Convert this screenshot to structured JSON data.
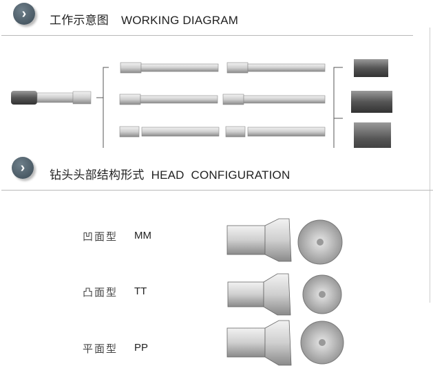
{
  "sections": {
    "working": {
      "cn": "工作示意图",
      "en": "WORKING DIAGRAM",
      "icon": "chevron-right-icon"
    },
    "head": {
      "cn": "钻头头部结构形式",
      "en": "HEAD  CONFIGURATION",
      "icon": "chevron-right-icon"
    }
  },
  "configs": [
    {
      "cn": "凹面型",
      "code": "MM"
    },
    {
      "cn": "凸面型",
      "code": "TT"
    },
    {
      "cn": "平面型",
      "code": "PP"
    }
  ],
  "colors": {
    "icon": "#4a5a65",
    "rule": "#b8b8b8",
    "steel": "#c8c8c8"
  }
}
